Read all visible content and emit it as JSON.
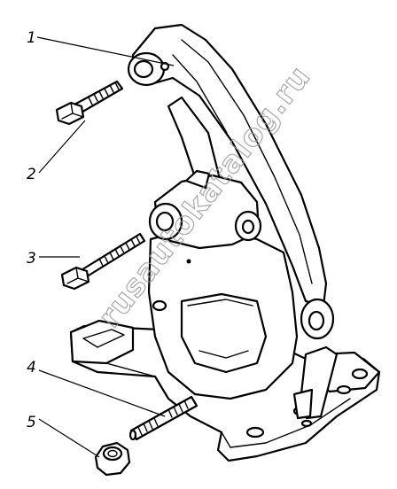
{
  "callouts": [
    {
      "id": "1",
      "label": "1",
      "part": "bracket"
    },
    {
      "id": "2",
      "label": "2",
      "part": "bolt-short"
    },
    {
      "id": "3",
      "label": "3",
      "part": "bolt-long"
    },
    {
      "id": "4",
      "label": "4",
      "part": "stud"
    },
    {
      "id": "5",
      "label": "5",
      "part": "nut"
    }
  ],
  "watermark": "rusautokatalog.ru"
}
